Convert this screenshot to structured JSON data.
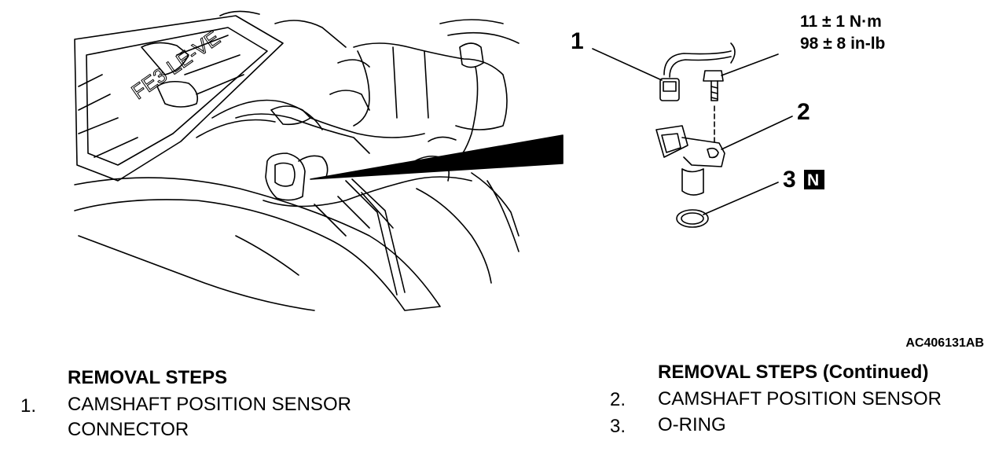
{
  "torque": {
    "line1": "11 ± 1 N·m",
    "line2": "98 ± 8 in-lb"
  },
  "callouts": {
    "c1": "1",
    "c2": "2",
    "c3": "3",
    "badge": "N"
  },
  "figure_id": "AC406131AB",
  "left_panel": {
    "heading": "REMOVAL STEPS",
    "steps": [
      {
        "num": "1.",
        "text_line1": "CAMSHAFT POSITION SENSOR",
        "text_line2": "CONNECTOR"
      }
    ]
  },
  "right_panel": {
    "heading": "REMOVAL STEPS (Continued)",
    "steps": [
      {
        "num": "2.",
        "text": "CAMSHAFT POSITION SENSOR"
      },
      {
        "num": "3.",
        "text": "O-RING"
      }
    ]
  },
  "engine_label_glyphs": "FE3 LE-VE"
}
